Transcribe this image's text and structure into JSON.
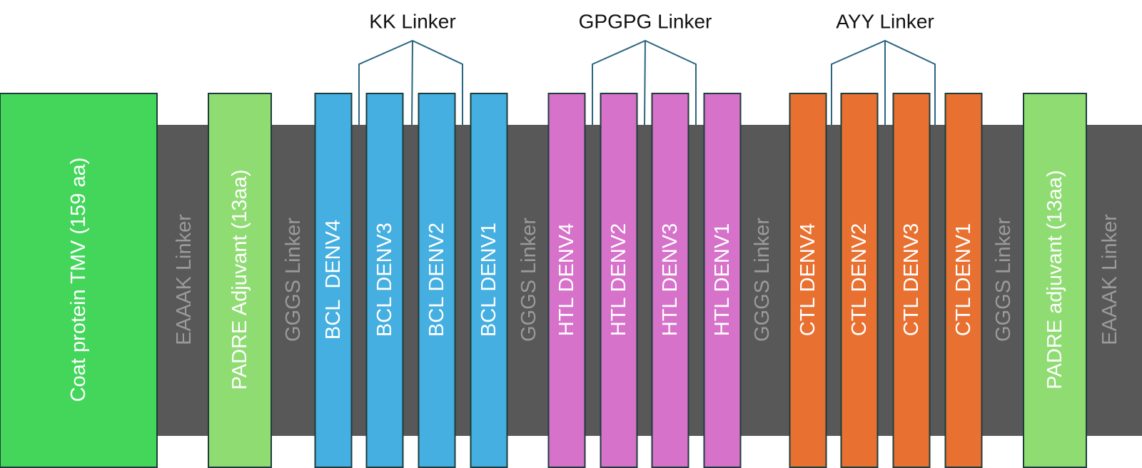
{
  "colors": {
    "backbone": "#585858",
    "backbone_text": "#9a9a9a",
    "coat": "#43d65a",
    "padre": "#8fdc73",
    "bcl": "#44afe0",
    "htl": "#d672c9",
    "ctl": "#e87030",
    "epitope_text": "#ffffff",
    "border": "#1e3c3c",
    "bracket": "#2a6680"
  },
  "segments": [
    {
      "label": "Coat protein TMV (159 aa)",
      "kind": "coat"
    },
    {
      "label": "EAAAK Linker",
      "kind": "linker"
    },
    {
      "label": "PADRE Adjuvant (13aa)",
      "kind": "padre"
    },
    {
      "label": "GGGS Linker",
      "kind": "linker"
    },
    {
      "label": "BCL  DENV4",
      "kind": "bcl"
    },
    {
      "label": "BCL DENV3",
      "kind": "bcl"
    },
    {
      "label": "BCL DENV2",
      "kind": "bcl"
    },
    {
      "label": "BCL DENV1",
      "kind": "bcl"
    },
    {
      "label": "GGGS Linker",
      "kind": "linker"
    },
    {
      "label": "HTL DENV4",
      "kind": "htl"
    },
    {
      "label": "HTL DENV2",
      "kind": "htl"
    },
    {
      "label": "HTL DENV3",
      "kind": "htl"
    },
    {
      "label": "HTL DENV1",
      "kind": "htl"
    },
    {
      "label": "GGGS Linker",
      "kind": "linker"
    },
    {
      "label": "CTL DENV4",
      "kind": "ctl"
    },
    {
      "label": "CTL DENV2",
      "kind": "ctl"
    },
    {
      "label": "CTL DENV3",
      "kind": "ctl"
    },
    {
      "label": "CTL DENV1",
      "kind": "ctl"
    },
    {
      "label": "GGGS Linker",
      "kind": "linker"
    },
    {
      "label": "PADRE adjuvant (13aa)",
      "kind": "padre"
    },
    {
      "label": "EAAAK Linker",
      "kind": "linker"
    }
  ],
  "brackets": [
    {
      "label": "KK Linker"
    },
    {
      "label": "GPGPG Linker"
    },
    {
      "label": "AYY Linker"
    }
  ]
}
